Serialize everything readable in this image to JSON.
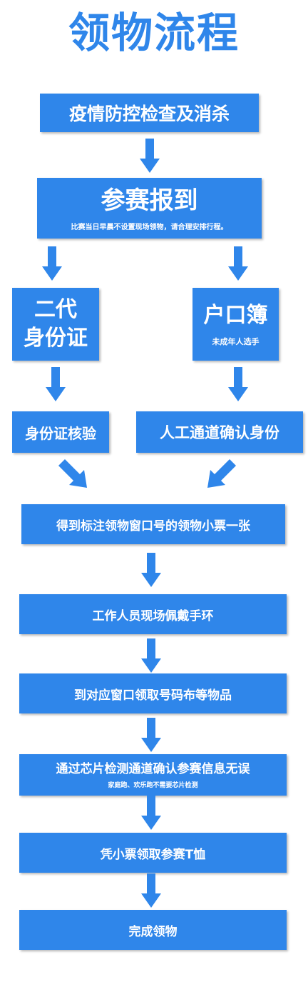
{
  "title": "领物流程",
  "steps": {
    "epidemic_check": {
      "label": "疫情防控检查及消杀"
    },
    "registration": {
      "label": "参赛报到",
      "note": "比赛当日早晨不设置现场领物，请合理安排行程。"
    },
    "id_card": {
      "label_line1": "二代",
      "label_line2": "身份证"
    },
    "household_register": {
      "label": "户口簿",
      "note": "未成年人选手"
    },
    "id_verify": {
      "label": "身份证核验"
    },
    "manual_verify": {
      "label": "人工通道确认身份"
    },
    "get_ticket": {
      "label": "得到标注领物窗口号的领物小票一张"
    },
    "wristband": {
      "label": "工作人员现场佩戴手环"
    },
    "collect_bib": {
      "label": "到对应窗口领取号码布等物品"
    },
    "chip_check": {
      "label": "通过芯片检测通道确认参赛信息无误",
      "note": "家庭跑、欢乐跑不需要芯片检测"
    },
    "collect_tshirt": {
      "label": "凭小票领取参赛T恤"
    },
    "complete": {
      "label": "完成领物"
    }
  },
  "colors": {
    "primary": "#2f86ea",
    "text_on_primary": "#ffffff",
    "background": "#ffffff"
  }
}
